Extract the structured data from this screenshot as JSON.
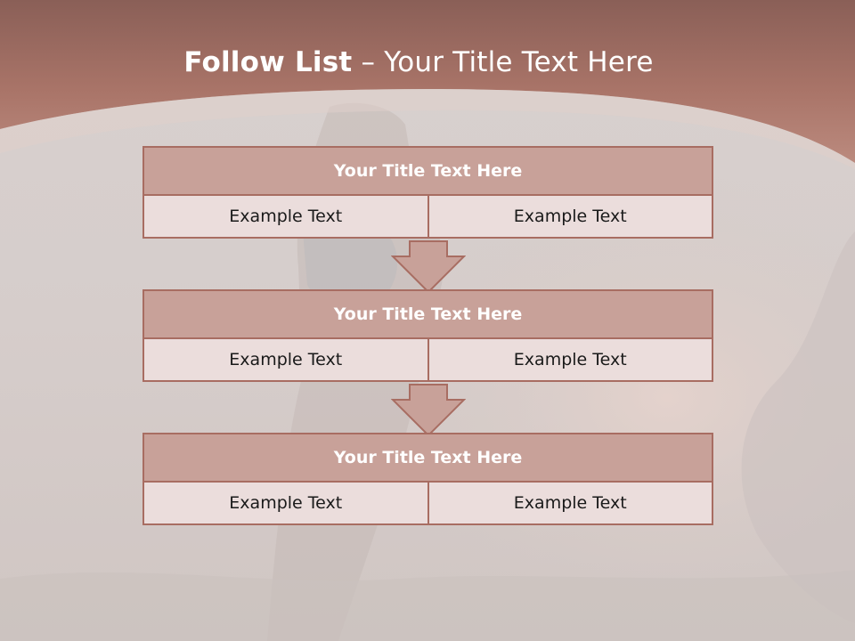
{
  "slide": {
    "title_bold": "Follow List",
    "title_rest": " – Your Title Text Here"
  },
  "colors": {
    "header": "#a97468",
    "block_title_fill": "#c8a199",
    "block_border": "#a86d62",
    "cell_fill": "#ebdddc"
  },
  "blocks": [
    {
      "title": "Your Title Text Here",
      "cells": [
        "Example Text",
        "Example Text"
      ]
    },
    {
      "title": "Your Title Text Here",
      "cells": [
        "Example Text",
        "Example Text"
      ]
    },
    {
      "title": "Your Title Text Here",
      "cells": [
        "Example Text",
        "Example Text"
      ]
    }
  ],
  "icons": [
    "down-arrow-icon",
    "down-arrow-icon"
  ]
}
